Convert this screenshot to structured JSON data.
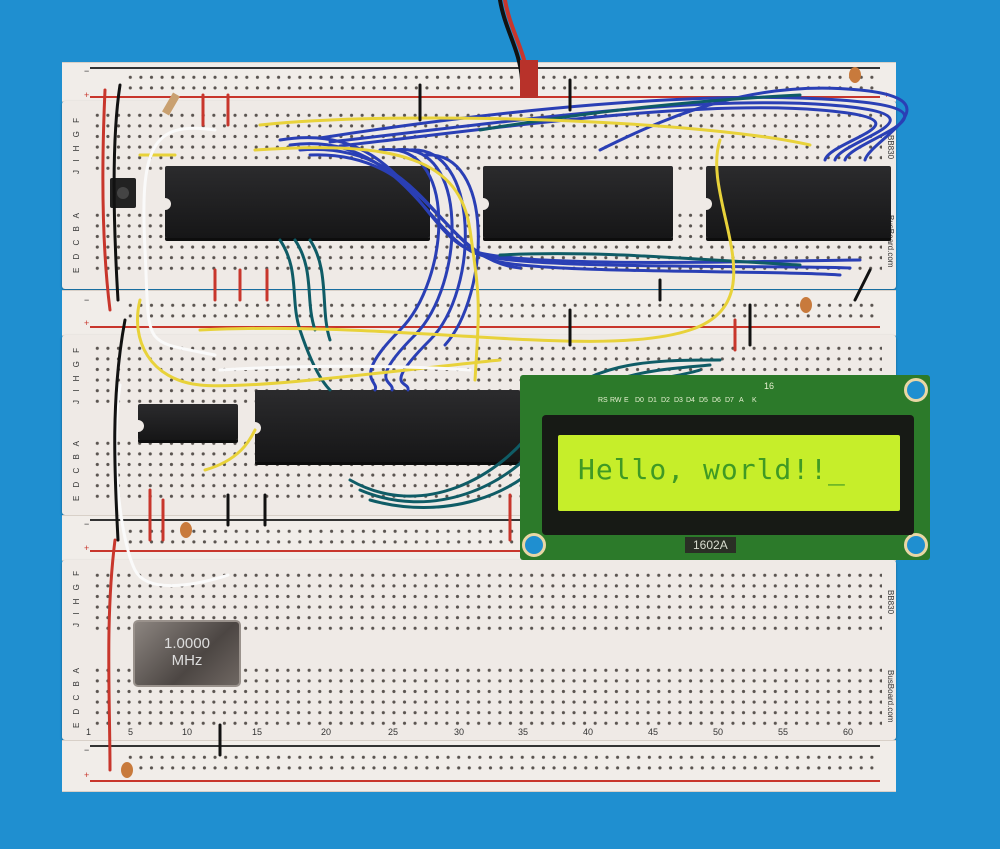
{
  "lcd": {
    "display_text": "Hello, world!!_",
    "model_label": "1602A",
    "pin_labels": [
      "RS",
      "RW",
      "E",
      "D0",
      "D1",
      "D2",
      "D3",
      "D4",
      "D5",
      "D6",
      "D7",
      "A",
      "K"
    ],
    "pin_count_label": "16"
  },
  "crystal": {
    "line1": "1.0000",
    "line2": "MHz"
  },
  "breadboard": {
    "model": "BB830",
    "brand": "BusBoard.com",
    "rows_top": "J I H G F",
    "rows_bottom": "E D C B A",
    "column_numbers": [
      "1",
      "5",
      "10",
      "15",
      "20",
      "25",
      "30",
      "35",
      "40",
      "45",
      "50",
      "55",
      "60"
    ],
    "rail_plus": "+",
    "rail_minus": "−"
  },
  "colors": {
    "background": "#1f8fd0",
    "wire_blue": "#2a3fb5",
    "wire_teal": "#0f5c66",
    "wire_yellow": "#e8d23a",
    "wire_red": "#c8362c",
    "lcd_backlight": "#c6ee2a"
  }
}
